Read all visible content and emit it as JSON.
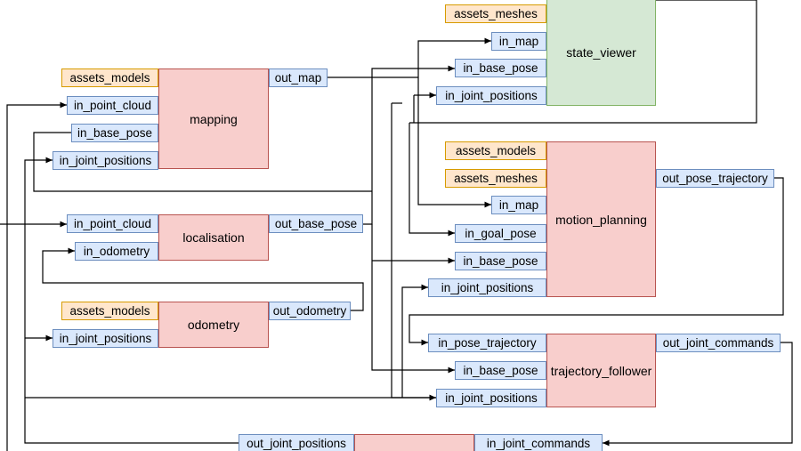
{
  "colors": {
    "component_fill": "#f8cecc",
    "component_border": "#b85450",
    "viewer_fill": "#d5e8d4",
    "viewer_border": "#82b366",
    "port_fill": "#dae8fc",
    "port_border": "#6c8ebf",
    "asset_fill": "#ffe6cc",
    "asset_border": "#d79b00"
  },
  "state_viewer": {
    "name": "state_viewer",
    "assets": [
      "assets_meshes"
    ],
    "inputs": [
      "in_map",
      "in_base_pose",
      "in_joint_positions"
    ]
  },
  "mapping": {
    "name": "mapping",
    "assets": [
      "assets_models"
    ],
    "inputs": [
      "in_point_cloud",
      "in_base_pose",
      "in_joint_positions"
    ],
    "outputs": [
      "out_map"
    ]
  },
  "localisation": {
    "name": "localisation",
    "inputs": [
      "in_point_cloud",
      "in_odometry"
    ],
    "outputs": [
      "out_base_pose"
    ]
  },
  "odometry": {
    "name": "odometry",
    "assets": [
      "assets_models"
    ],
    "inputs": [
      "in_joint_positions"
    ],
    "outputs": [
      "out_odometry"
    ]
  },
  "motion_planning": {
    "name": "motion_planning",
    "assets": [
      "assets_models",
      "assets_meshes"
    ],
    "inputs": [
      "in_map",
      "in_goal_pose",
      "in_base_pose",
      "in_joint_positions"
    ],
    "outputs": [
      "out_pose_trajectory"
    ]
  },
  "trajectory_follower": {
    "name": "trajectory_follower",
    "inputs": [
      "in_pose_trajectory",
      "in_base_pose",
      "in_joint_positions"
    ],
    "outputs": [
      "out_joint_commands"
    ]
  },
  "robot_interface": {
    "outputs": [
      "out_joint_positions"
    ],
    "inputs": [
      "in_joint_commands"
    ]
  }
}
